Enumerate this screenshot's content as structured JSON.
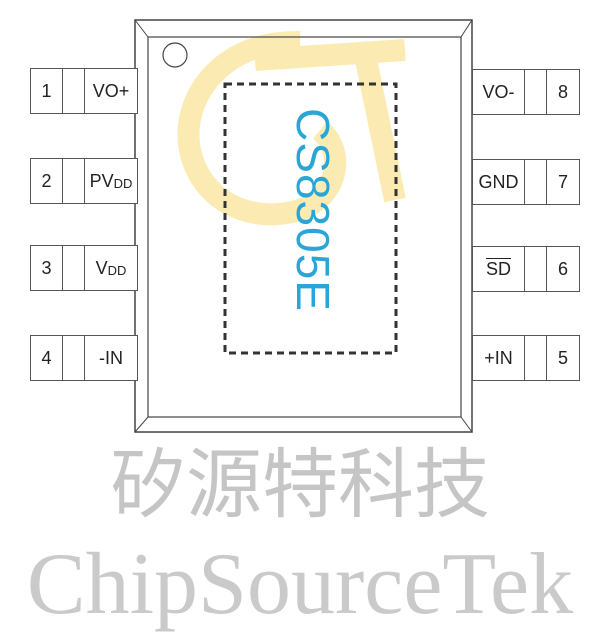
{
  "part_number": "CS8305E",
  "watermark": {
    "chinese": "矽源特科技",
    "english": "ChipSourceTek"
  },
  "pins_left": [
    {
      "number": "1",
      "label": "VO+",
      "sub": ""
    },
    {
      "number": "2",
      "label": "PV",
      "sub": "DD"
    },
    {
      "number": "3",
      "label": "V",
      "sub": "DD"
    },
    {
      "number": "4",
      "label": "-IN",
      "sub": ""
    }
  ],
  "pins_right": [
    {
      "number": "8",
      "label": "VO-",
      "sub": ""
    },
    {
      "number": "7",
      "label": "GND",
      "sub": ""
    },
    {
      "number": "6",
      "label": "SD",
      "sub": ""
    },
    {
      "number": "5",
      "label": "+IN",
      "sub": ""
    }
  ],
  "colors": {
    "part": "#2aa6d6",
    "logo": "#fce9a8"
  }
}
